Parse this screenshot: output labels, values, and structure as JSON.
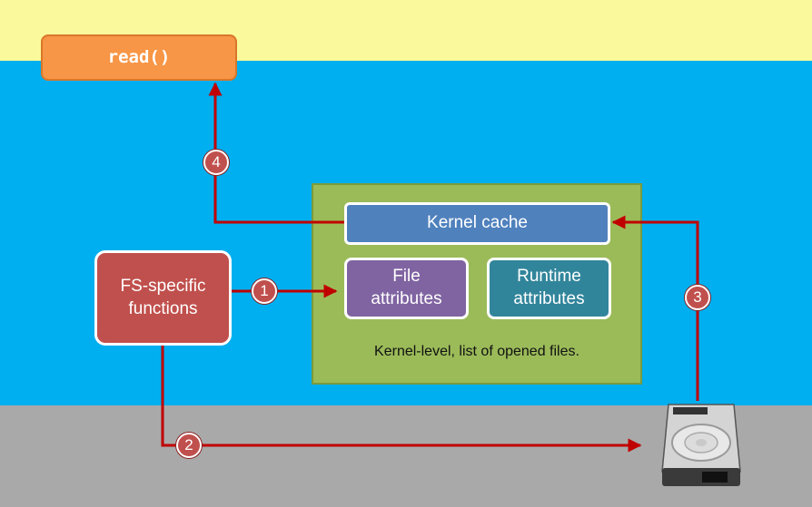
{
  "layers": {
    "user_space_color": "#fafa9c",
    "kernel_space_color": "#00afef",
    "hardware_color": "#a9a9a9"
  },
  "boxes": {
    "read_call": "read()",
    "kernel_cache": "Kernel cache",
    "file_attributes": "File attributes",
    "runtime_attributes": "Runtime attributes",
    "fs_functions": "FS-specific functions"
  },
  "kernel_panel_caption": "Kernel-level, list of opened files.",
  "steps": [
    "1",
    "2",
    "3",
    "4"
  ],
  "icons": {
    "disk": "hard-disk-icon"
  },
  "colors": {
    "arrow": "#c00000",
    "read_box": "#f79646",
    "kernel_cache": "#4f81bd",
    "file_attributes": "#8064a2",
    "runtime_attributes": "#31859b",
    "fs_functions": "#c0504d",
    "kernel_panel": "#9bbb59"
  }
}
